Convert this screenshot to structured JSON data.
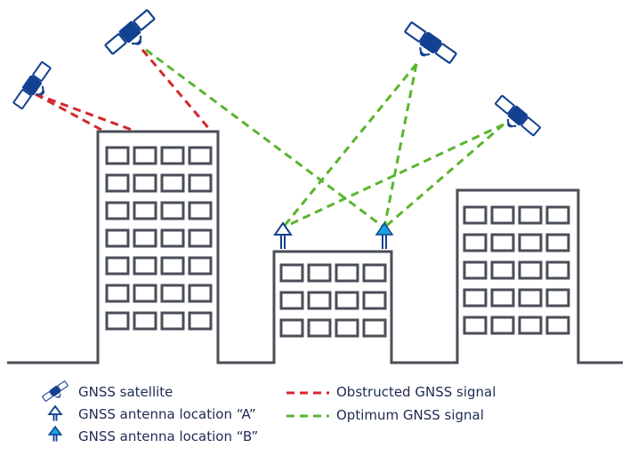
{
  "legend": {
    "satellite": "GNSS satellite",
    "antenna_a": "GNSS antenna location “A”",
    "antenna_b": "GNSS antenna location “B”",
    "obstructed": "Obstructed GNSS signal",
    "optimum": "Optimum GNSS signal"
  },
  "colors": {
    "building_stroke": "#4a4e57",
    "obstructed": "#d4272e",
    "optimum": "#5ab52e",
    "satellite_body": "#124191",
    "satellite_panel": "#ffffff",
    "antenna_a": "#ffffff",
    "antenna_b": "#18a3e0",
    "text": "#1f2a55"
  },
  "icons": [
    "satellite-icon",
    "antenna-a-icon",
    "antenna-b-icon"
  ]
}
